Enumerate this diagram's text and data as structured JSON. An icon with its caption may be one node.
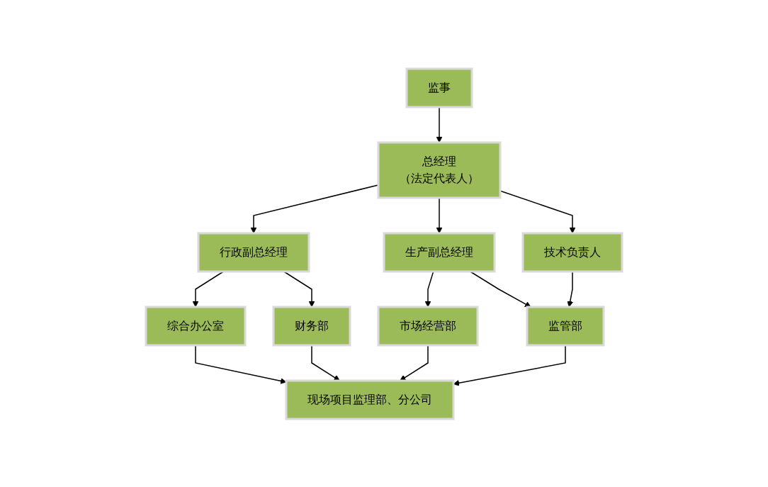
{
  "diagram": {
    "nodes": [
      {
        "text": [
          "总经理",
          "（法定代表人）"
        ]
      },
      {
        "text": [
          "监事"
        ]
      },
      {
        "text": [
          "行政副总经理"
        ]
      },
      {
        "text": [
          "生产副总经理"
        ]
      },
      {
        "text": [
          "技术负责人"
        ]
      },
      {
        "text": [
          "综合办公室"
        ]
      },
      {
        "text": [
          "财务部"
        ]
      },
      {
        "text": [
          "市场经营部"
        ]
      },
      {
        "text": [
          "监管部"
        ]
      },
      {
        "text": [
          "现场项目监理部、分公司"
        ]
      }
    ],
    "edges": [
      {
        "from": 1,
        "to": 0,
        "arrow": "to"
      },
      {
        "from": 0,
        "to": 2,
        "arrow": "to"
      },
      {
        "from": 0,
        "to": 3,
        "arrow": "to"
      },
      {
        "from": 0,
        "to": 4,
        "arrow": "to"
      },
      {
        "from": 2,
        "to": 5,
        "arrow": "to"
      },
      {
        "from": 2,
        "to": 6,
        "arrow": "to"
      },
      {
        "from": 3,
        "to": 7,
        "arrow": "to"
      },
      {
        "from": 3,
        "to": 8,
        "arrow": "to"
      },
      {
        "from": 4,
        "to": 8,
        "arrow": "to"
      },
      {
        "from": 5,
        "to": 9,
        "arrow": "to"
      },
      {
        "from": 6,
        "to": 9,
        "arrow": "to"
      },
      {
        "from": 7,
        "to": 9,
        "arrow": "to"
      },
      {
        "from": 8,
        "to": 9,
        "arrow": "to"
      }
    ]
  }
}
